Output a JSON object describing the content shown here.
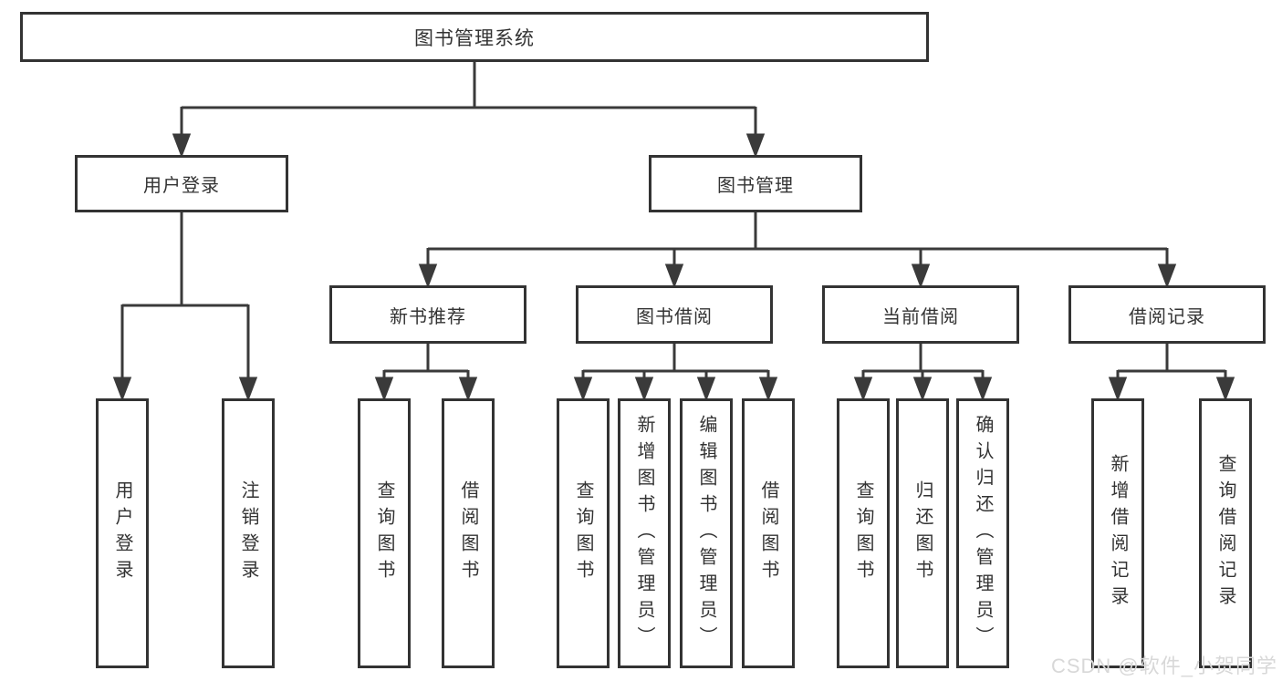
{
  "tree": {
    "label": "图书管理系统",
    "children": [
      {
        "label": "用户登录",
        "children": [
          {
            "label": "用户登录"
          },
          {
            "label": "注销登录"
          }
        ]
      },
      {
        "label": "图书管理",
        "children": [
          {
            "label": "新书推荐",
            "children": [
              {
                "label": "查询图书"
              },
              {
                "label": "借阅图书"
              }
            ]
          },
          {
            "label": "图书借阅",
            "children": [
              {
                "label": "查询图书"
              },
              {
                "label": "新增图书（管理员）"
              },
              {
                "label": "编辑图书（管理员）"
              },
              {
                "label": "借阅图书"
              }
            ]
          },
          {
            "label": "当前借阅",
            "children": [
              {
                "label": "查询图书"
              },
              {
                "label": "归还图书"
              },
              {
                "label": "确认归还（管理员）"
              }
            ]
          },
          {
            "label": "借阅记录",
            "children": [
              {
                "label": "新增借阅记录"
              },
              {
                "label": "查询借阅记录"
              }
            ]
          }
        ]
      }
    ]
  },
  "watermark": {
    "text": "CSDN @软件_小贺同学"
  },
  "colors": {
    "background": "#ffffff",
    "line": "#3a3a3a",
    "box_border": "#333333",
    "text": "#333333",
    "watermark": "#d8d8d8"
  }
}
